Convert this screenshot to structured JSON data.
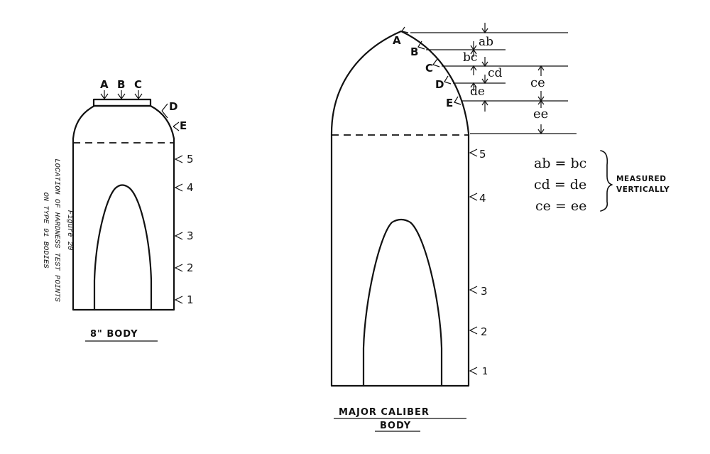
{
  "small_body": {
    "top_points": [
      "A",
      "B",
      "C"
    ],
    "side_points_upper": [
      "D",
      "E"
    ],
    "side_points": [
      "5",
      "4",
      "3",
      "2",
      "1"
    ],
    "caption": "8\" BODY"
  },
  "figure_caption": {
    "line1": "Figure 20",
    "line2": "LOCATION OF HARDNESS TEST POINTS",
    "line3": "ON TYPE 91 BODIES"
  },
  "major_body": {
    "nose_points": [
      "A",
      "B",
      "C",
      "D",
      "E"
    ],
    "side_points": [
      "5",
      "4",
      "3",
      "2",
      "1"
    ],
    "dimensions": [
      "ab",
      "bc",
      "cd",
      "de",
      "ce",
      "ee"
    ],
    "caption_line1": "MAJOR CALIBER",
    "caption_line2": "BODY"
  },
  "equations": [
    "ab = bc",
    "cd = de",
    "ce = ee"
  ],
  "measured_note": [
    "MEASURED",
    "VERTICALLY"
  ]
}
